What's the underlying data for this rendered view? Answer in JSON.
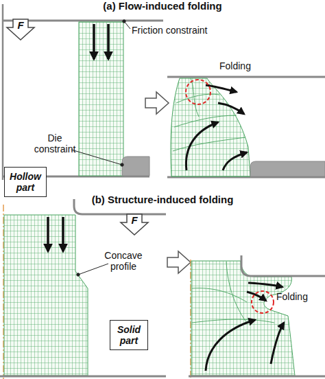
{
  "diagram": {
    "nodes": [
      {
        "text": [
          "Hollow part"
        ]
      },
      {
        "text": [
          "Solid part"
        ]
      }
    ],
    "labels": [
      "(a) Flow-induced folding",
      "F",
      "Friction constraint",
      "Die constraint",
      "Folding",
      "(b) Structure-induced folding",
      "F",
      "Concave profile",
      "Folding"
    ]
  }
}
